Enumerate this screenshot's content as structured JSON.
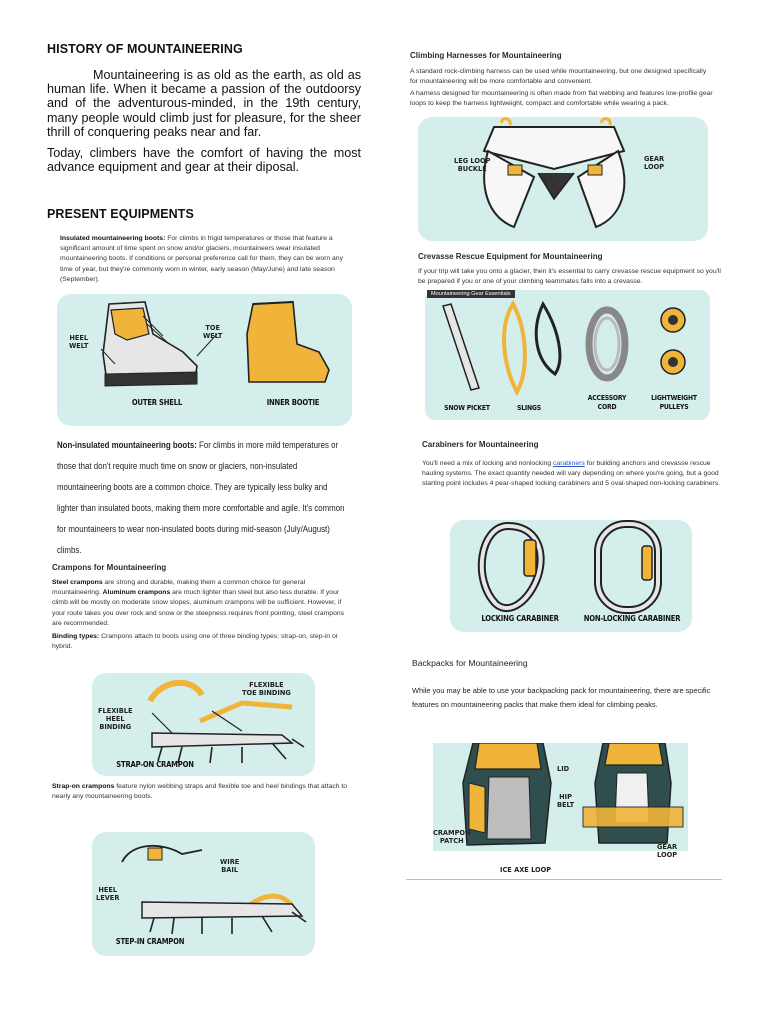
{
  "left": {
    "title": "HISTORY OF MOUNTAINEERING",
    "para1": "Mountaineering is as old as the earth, as old as human life. When it became a passion of the outdoorsy and of the adventurous-minded, in the 19th century, many people would climb just for pleasure, for the sheer thrill of conquering peaks near and far.",
    "para2": "Today, climbers have the comfort of having the most advance equipment and gear at their diposal.",
    "present_title": "PRESENT EQUIPMENTS",
    "insulated_label": "Insulated mountaineering boots:",
    "insulated_text": " For climbs in frigid temperatures or those that feature a significant amount of time spent on snow and/or glaciers, mountaineers wear insulated mountaineering boots. If conditions or personal preference call for them, they can be worn any time of year, but they're commonly worn in winter, early season (May/June) and late season (September).",
    "boots_img": {
      "heel_welt": "HEEL\nWELT",
      "toe_welt": "TOE\nWELT",
      "outer_shell": "OUTER SHELL",
      "inner_bootie": "INNER BOOTIE"
    },
    "non_insulated_label": "Non-insulated mountaineering boots:",
    "non_insulated_text": " For climbs in more mild temperatures or those that don't require much time on snow or glaciers, non-insulated mountaineering boots are a common choice. They are typically less bulky and lighter than insulated boots, making them more comfortable and agile. It's common for mountaineers to wear non-insulated boots during mid-season (July/August) climbs.",
    "crampons_title": "Crampons for Mountaineering",
    "steel_label": "Steel crampons",
    "steel_text": " are strong and durable, making them a common choice for general mountaineering. ",
    "aluminum_label": "Aluminum crampons",
    "aluminum_text": " are much lighter than steel but also less durable. If your climb will be mostly on moderate snow slopes, aluminum crampons will be sufficient. However, if your route takes you over rock and snow or the steepness requires front pointing, steel crampons are recommended.",
    "binding_label": "Binding types:",
    "binding_text": " Crampons attach to boots using one of three binding types: strap-on, step-in or hybrid.",
    "strapon_img": {
      "flexible_toe": "FLEXIBLE\nTOE BINDING",
      "flexible_heel": "FLEXIBLE\nHEEL\nBINDING",
      "caption": "STRAP-ON CRAMPON"
    },
    "strapon_label": "Strap-on crampons",
    "strapon_text": " feature nylon webbing straps and flexible toe and heel bindings that attach to nearly any mountaineering boots.",
    "stepin_img": {
      "wire_bail": "WIRE\nBAIL",
      "heel_lever": "HEEL\nLEVER",
      "caption": "STEP-IN CRAMPON"
    }
  },
  "right": {
    "harness_title": "Climbing Harnesses for Mountaineering",
    "harness_p1": "A standard rock-climbing harness can be used while mountaineering, but one designed specifically for mountaineering will be more comfortable and convenient.",
    "harness_p2": "A harness designed for mountaineering is often made from flat webbing and features low-profile gear loops to keep the harness lightweight, compact and comfortable while wearing a pack.",
    "harness_img": {
      "leg_loop": "LEG LOOP\nBUCKLE",
      "gear_loop": "GEAR\nLOOP"
    },
    "crevasse_title": "Crevasse Rescue Equipment for Mountaineering",
    "crevasse_text": "If your trip will take you onto a glacier, then it's essential to carry crevasse rescue equipment so you'll be prepared if you or one of your climbing teammates falls into a crevasse.",
    "crevasse_img": {
      "tag": "Mountaineering Gear Essentials",
      "snow_picket": "SNOW PICKET",
      "slings": "SLINGS",
      "accessory_cord": "ACCESSORY\nCORD",
      "pulleys": "LIGHTWEIGHT\nPULLEYS"
    },
    "carabiners_title": "Carabiners for Mountaineering",
    "carabiners_pre": "You'll need a mix of locking and nonlocking ",
    "carabiners_link": "carabiners",
    "carabiners_post": " for building anchors and crevasse rescue hauling systems. The exact quantity needed will vary depending on where you're going, but a good starting point includes 4 pear-shaped locking carabiners and 5 oval-shaped non-locking carabiners.",
    "carabiner_img": {
      "locking": "LOCKING CARABINER",
      "non_locking": "NON-LOCKING CARABINER"
    },
    "backpacks_title": "Backpacks for Mountaineering",
    "backpacks_text": "While you may be able to use your backpacking pack for mountaineering, there are specific features on mountaineering packs that make them ideal for climbing peaks.",
    "backpack_img": {
      "lid": "LID",
      "hip_belt": "HIP\nBELT",
      "crampon_patch": "CRAMPON\nPATCH",
      "gear_loop": "GEAR\nLOOP",
      "ice_axe_loop": "ICE AXE LOOP"
    }
  },
  "colors": {
    "panel": "#d4eeeb",
    "accent": "#f0b43a",
    "ink": "#222222",
    "link": "#2a57c5"
  }
}
